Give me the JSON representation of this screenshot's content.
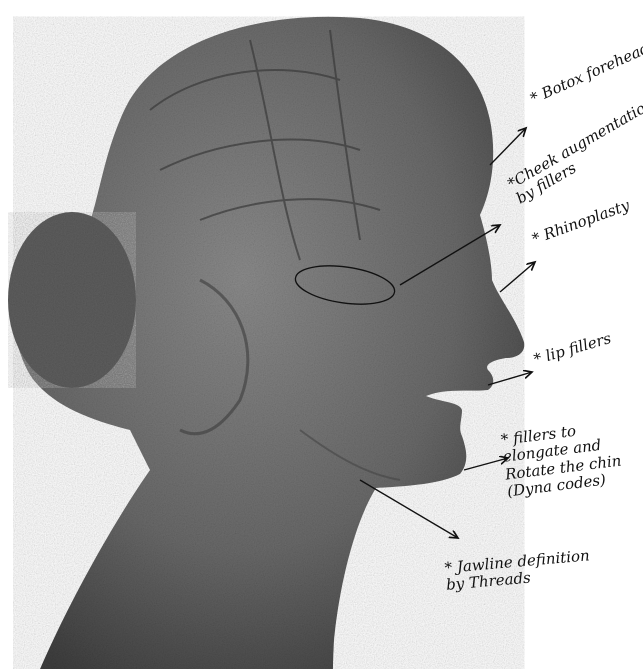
{
  "annotations": {
    "botox": "* Botox forehead",
    "cheek_line1": "*Cheek augmentation",
    "cheek_line2": "by fillers",
    "rhinoplasty": "* Rhinoplasty",
    "lip": "* lip fillers",
    "chin_line1": "* fillers to",
    "chin_line2": "elongate and",
    "chin_line3": "Rotate the chin",
    "chin_line4": "(Dyna codes)",
    "jaw_line1": "* Jawline definition",
    "jaw_line2": "by Threads"
  },
  "colors": {
    "background": "#ffffff",
    "sculpture": "#6e6e6e",
    "ink": "#111111"
  }
}
